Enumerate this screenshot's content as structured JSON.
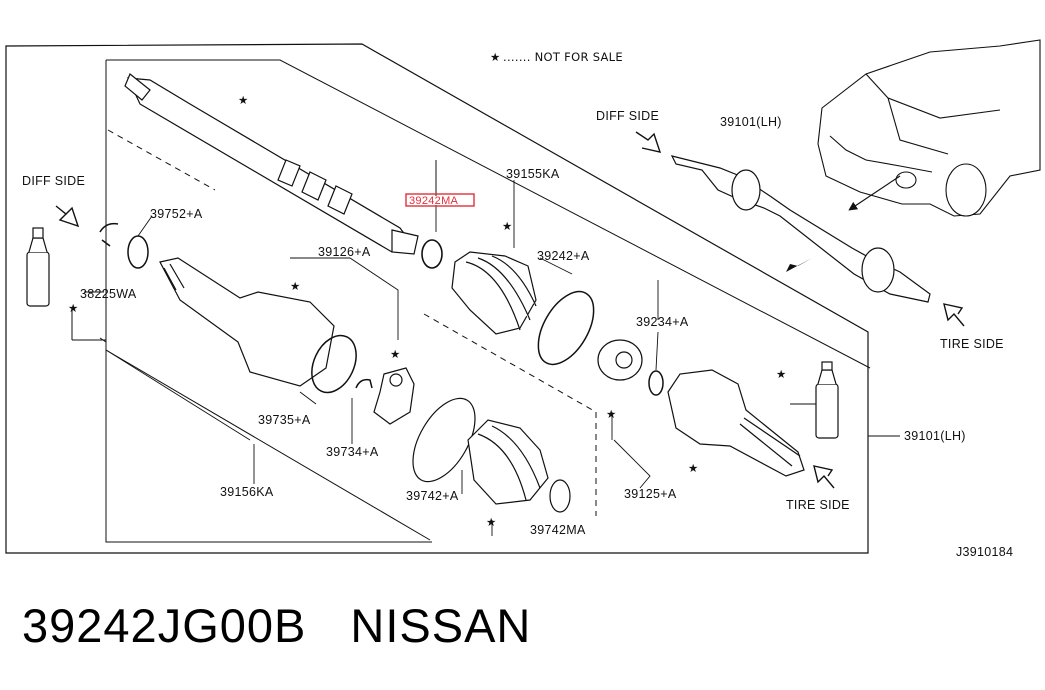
{
  "legend": {
    "star": "★",
    "text": "....... NOT FOR SALE"
  },
  "directions": {
    "diff_side_left": "DIFF SIDE",
    "diff_side_right": "DIFF SIDE",
    "tire_side_top": "TIRE SIDE",
    "tire_side_bottom": "TIRE SIDE"
  },
  "labels": {
    "p39752a": "39752+A",
    "p38225wa": "38225WA",
    "p39126a": "39126+A",
    "p39242ma": "39242MA",
    "p39155ka": "39155KA",
    "p39242a": "39242+A",
    "p39234a": "39234+A",
    "p39735a": "39735+A",
    "p39734a": "39734+A",
    "p39156ka": "39156KA",
    "p39742a": "39742+A",
    "p39742ma": "39742MA",
    "p39125a": "39125+A",
    "p39101lh_top": "39101(LH)",
    "p39101lh_right": "39101(LH)",
    "diagram_code": "J3910184"
  },
  "footer": {
    "part_number": "39242JG00B",
    "brand": "NISSAN"
  },
  "colors": {
    "highlight": "#e0303a",
    "ink": "#111111"
  }
}
